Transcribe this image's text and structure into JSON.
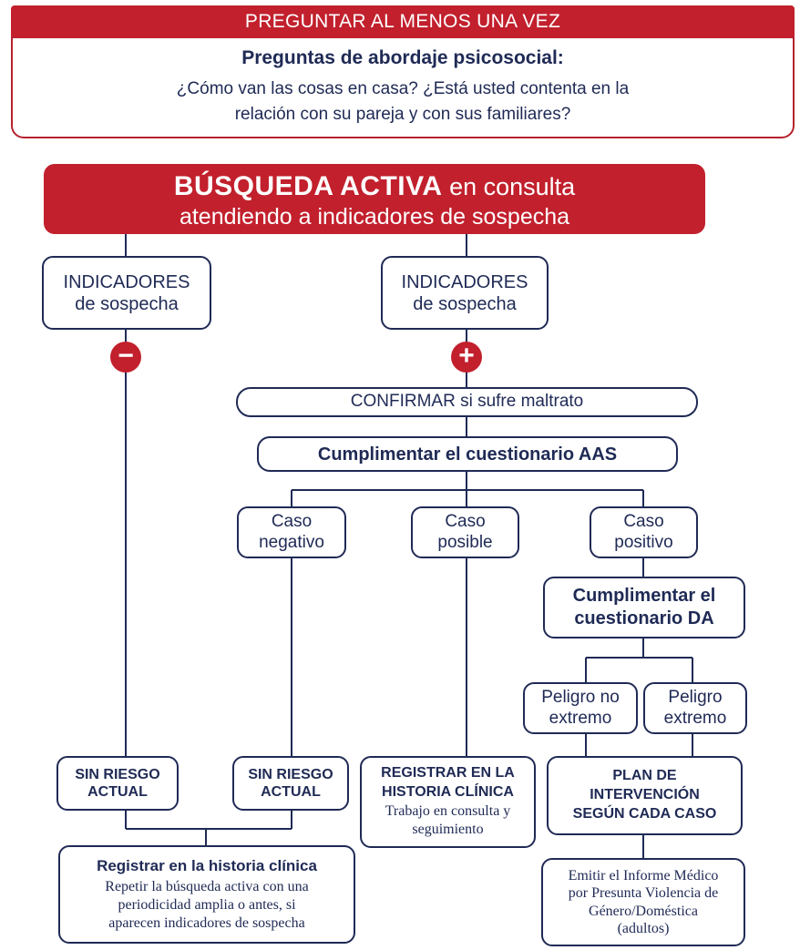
{
  "header": {
    "banner": "PREGUNTAR AL MENOS UNA VEZ"
  },
  "questions": {
    "title": "Preguntas de abordaje psicosocial:",
    "line1": "¿Cómo van las cosas en casa? ¿Está usted contenta en la",
    "line2": "relación con su pareja y con sus familiares?"
  },
  "search": {
    "bold": "BÚSQUEDA ACTIVA",
    "rest": " en consulta",
    "line2": "atendiendo a indicadores de sospecha"
  },
  "indicators": {
    "left": {
      "line1": "INDICADORES",
      "line2": "de sospecha",
      "symbol": "−"
    },
    "right": {
      "line1": "INDICADORES",
      "line2": "de sospecha",
      "symbol": "+"
    }
  },
  "confirm": "CONFIRMAR si sufre maltrato",
  "aas": "Cumplimentar el cuestionario AAS",
  "cases": {
    "negative": {
      "line1": "Caso",
      "line2": "negativo"
    },
    "possible": {
      "line1": "Caso",
      "line2": "posible"
    },
    "positive": {
      "line1": "Caso",
      "line2": "positivo"
    }
  },
  "da": {
    "line1": "Cumplimentar el",
    "line2": "cuestionario DA"
  },
  "danger": {
    "not_extreme": {
      "line1": "Peligro no",
      "line2": "extremo"
    },
    "extreme": {
      "line1": "Peligro",
      "line2": "extremo"
    }
  },
  "no_risk_left": {
    "line1": "SIN RIESGO",
    "line2": "ACTUAL"
  },
  "no_risk_right": {
    "line1": "SIN RIESGO",
    "line2": "ACTUAL"
  },
  "register_history": {
    "line1": "REGISTRAR EN LA",
    "line2": "HISTORIA CLÍNICA",
    "line3": "Trabajo en consulta y",
    "line4": "seguimiento"
  },
  "plan": {
    "line1": "PLAN DE",
    "line2": "INTERVENCIÓN",
    "line3": "SEGÚN CADA CASO"
  },
  "register_bottom": {
    "title": "Registrar en la historia clínica",
    "line1": "Repetir la búsqueda activa con una",
    "line2": "periodicidad amplia o antes, si",
    "line3": "aparecen indicadores de sospecha"
  },
  "report": {
    "line1": "Emitir el Informe Médico",
    "line2": "por Presunta Violencia de",
    "line3": "Género/Doméstica",
    "line4": "(adultos)"
  },
  "colors": {
    "red": "#c2202d",
    "navy": "#1f2a55"
  }
}
